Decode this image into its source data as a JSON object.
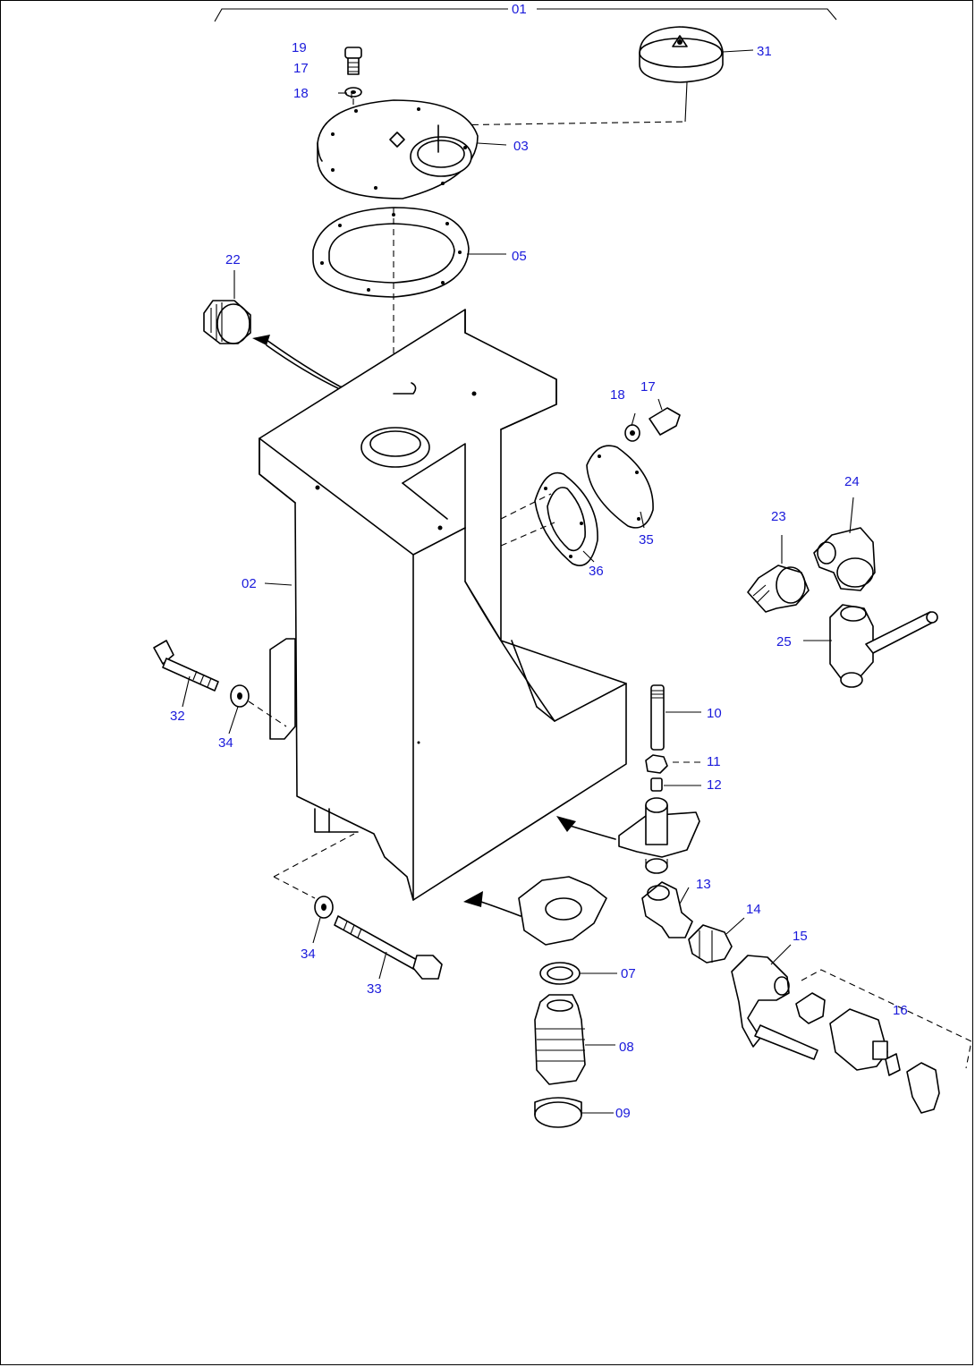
{
  "diagram": {
    "labels": {
      "group": "01",
      "tank": "02",
      "cover": "03",
      "gasket": "05",
      "seal_ring": "07",
      "filter": "08",
      "nut_ring": "09",
      "rod": "10",
      "nut": "11",
      "spacer": "12",
      "elbow": "13",
      "adapter": "14",
      "valve": "15",
      "sensor_group": "16",
      "bolt_top": "17",
      "bolt_side": "17",
      "washer_top": "18",
      "washer_side": "18",
      "cap_screw": "19",
      "plug": "22",
      "fitting_23": "23",
      "fitting_24": "24",
      "ball_valve": "25",
      "bolt_left": "32",
      "bolt_bottom": "33",
      "washer_left": "34",
      "washer_bottom": "34",
      "side_cover": "35",
      "side_gasket": "36",
      "filler_cap": "31"
    }
  }
}
